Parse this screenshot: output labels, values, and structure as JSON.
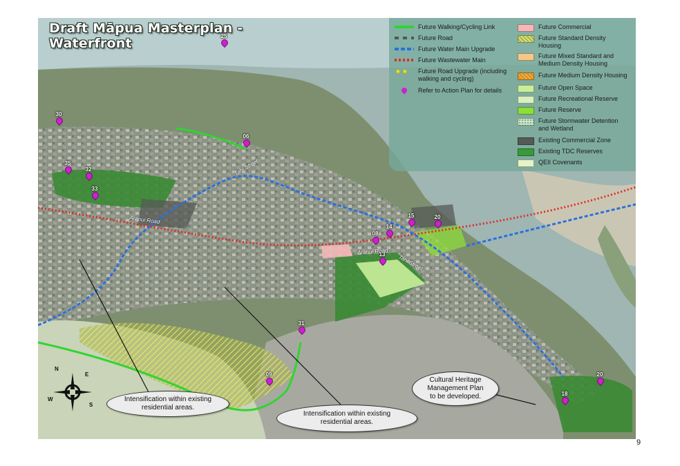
{
  "map": {
    "title_line1": "Draft Māpua Masterplan -",
    "title_line2": "Waterfront",
    "page_number": "9",
    "legend": {
      "lines": [
        {
          "label": "Future Walking/Cycling Link",
          "color": "#2fd52f",
          "style": "solid"
        },
        {
          "label": "Future Road",
          "color": "#555555",
          "style": "dash"
        },
        {
          "label": "Future Water Main Upgrade",
          "color": "#2b6fe0",
          "style": "dash"
        },
        {
          "label": "Future Wastewater Main",
          "color": "#e02b2b",
          "style": "dot"
        },
        {
          "label": "Future Road Upgrade (including\nwalking and cycling)",
          "color": "#f2e21a",
          "style": "star"
        },
        {
          "label": "Refer to Action Plan for details",
          "color": "#cc22cc",
          "style": "pin"
        }
      ],
      "areas": [
        {
          "label": "Future Commercial",
          "color": "#f4b8b8",
          "pattern": "solid"
        },
        {
          "label": "Future Standard Density\nHousing",
          "color": "#d8e27a",
          "pattern": "hatch"
        },
        {
          "label": "Future Mixed Standard and\nMedium Density Housing",
          "color": "#f3c98a",
          "pattern": "solid"
        },
        {
          "label": "Future Medium Density Housing",
          "color": "#f0b040",
          "pattern": "hatch"
        },
        {
          "label": "Future Open Space",
          "color": "#c9ee9a",
          "pattern": "solid"
        },
        {
          "label": "Future Recreational Reserve",
          "color": "#d6f0c0",
          "pattern": "solid"
        },
        {
          "label": "Future Reserve",
          "color": "#8ddc3a",
          "pattern": "solid"
        },
        {
          "label": "Future Stormwater Detention\nand Wetland",
          "color": "#cfe8d0",
          "pattern": "dots"
        },
        {
          "label": "Existing Commercial Zone",
          "color": "#555a55",
          "pattern": "solid"
        },
        {
          "label": "Existing TDC Reserves",
          "color": "#3a9a3a",
          "pattern": "solid"
        },
        {
          "label": "QEII Covenants",
          "color": "#e4f3c8",
          "pattern": "solid"
        }
      ]
    },
    "markers": [
      {
        "number": "25"
      },
      {
        "number": "30"
      },
      {
        "number": "06"
      },
      {
        "number": "35"
      },
      {
        "number": "32"
      },
      {
        "number": "33"
      },
      {
        "number": "15"
      },
      {
        "number": "20"
      },
      {
        "number": "08"
      },
      {
        "number": "14"
      },
      {
        "number": "13"
      },
      {
        "number": "31"
      },
      {
        "number": "09"
      },
      {
        "number": "20"
      },
      {
        "number": "18"
      }
    ],
    "street_labels": [
      "Aranui Road",
      "Tahi Street",
      "Aranui Road",
      "Tahi Street"
    ],
    "callouts": [
      {
        "text": "Intensification within existing\nresidential areas."
      },
      {
        "text": "Intensification within existing\nresidential areas."
      },
      {
        "text": "Cultural Heritage\nManagement Plan\nto be developed."
      }
    ],
    "compass": {
      "n": "N",
      "e": "E",
      "s": "S",
      "w": "W"
    }
  }
}
